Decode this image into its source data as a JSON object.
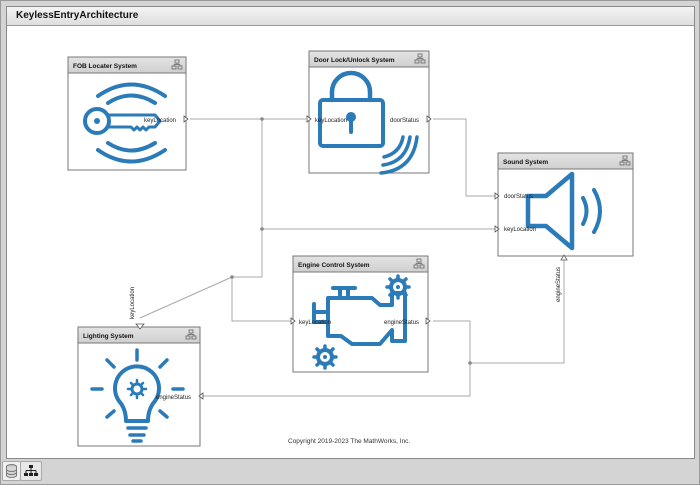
{
  "window": {
    "title": "KeylessEntryArchitecture"
  },
  "components": {
    "fob": {
      "title": "FOB Locater System",
      "icon": "key-icon"
    },
    "door": {
      "title": "Door Lock/Unlock System",
      "icon": "padlock-icon"
    },
    "sound": {
      "title": "Sound System",
      "icon": "speaker-icon"
    },
    "engine": {
      "title": "Engine Control System",
      "icon": "engine-icon"
    },
    "lighting": {
      "title": "Lighting System",
      "icon": "lightbulb-icon"
    }
  },
  "ports": {
    "fob_keyLocation": "keyLocation",
    "door_keyLocation": "keyLocation",
    "door_doorStatus": "doorStatus",
    "sound_doorStatus": "doorStatus",
    "sound_keyLocation": "keyLocation",
    "sound_engineStatus": "engineStatus",
    "engine_keyLocation": "keyLocation",
    "engine_engineStatus": "engineStatus",
    "lighting_keyLocation": "keyLocation",
    "lighting_engineStatus": "engineStatus"
  },
  "copyright": "Copyright 2019-2023 The MathWorks, Inc.",
  "colors": {
    "icon": "#2b7bb9",
    "wire": "#a8a8a8",
    "header": "#d9d9d9"
  },
  "toolbar": {
    "model_icon": "model-data-icon",
    "hierarchy_icon": "hierarchy-icon"
  }
}
